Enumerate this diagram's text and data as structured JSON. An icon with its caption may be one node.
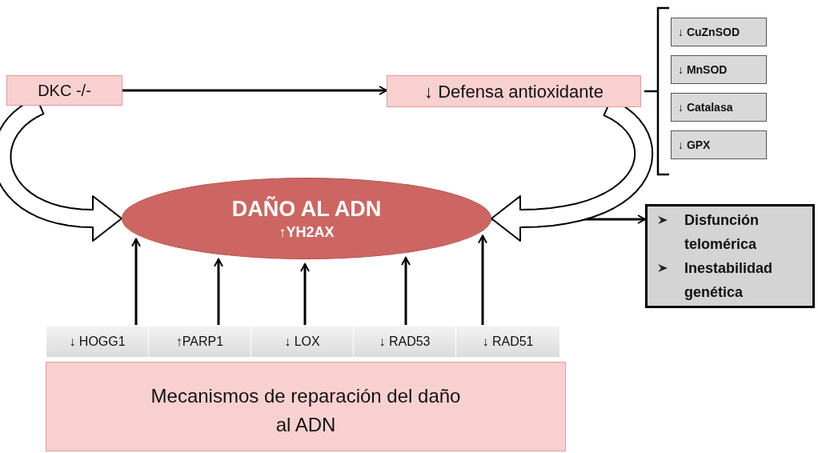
{
  "diagram": {
    "nodes": [
      {
        "text": [
          "DKC -/-"
        ]
      },
      {
        "text": [
          "↓ Defensa antioxidante"
        ]
      },
      {
        "text": [
          "DAÑO AL ADN",
          "↑YH2AX"
        ]
      },
      {
        "text": [
          "↓ CuZnSOD"
        ]
      },
      {
        "text": [
          "↓ MnSOD"
        ]
      },
      {
        "text": [
          "↓ Catalasa"
        ]
      },
      {
        "text": [
          "↓ GPX"
        ]
      },
      {
        "text": [
          "Disfunción telomérica",
          "Inestabilidad genética"
        ]
      },
      {
        "text": [
          "↓ HOGG1"
        ]
      },
      {
        "text": [
          "↑PARP1"
        ]
      },
      {
        "text": [
          "↓ LOX"
        ]
      },
      {
        "text": [
          "↓ RAD53"
        ]
      },
      {
        "text": [
          "↓ RAD51"
        ]
      },
      {
        "text": [
          "Mecanismos de reparación del daño al ADN"
        ]
      }
    ],
    "edges": [
      {
        "from": 0,
        "to": 1,
        "arrow": "to"
      },
      {
        "from": 0,
        "to": 2,
        "arrow": "to",
        "style": "thick"
      },
      {
        "from": 1,
        "to": 2,
        "arrow": "to",
        "style": "thick"
      },
      {
        "from": 2,
        "to": 7,
        "arrow": "to"
      },
      {
        "from": 8,
        "to": 2,
        "arrow": "to"
      },
      {
        "from": 9,
        "to": 2,
        "arrow": "to"
      },
      {
        "from": 10,
        "to": 2,
        "arrow": "to"
      },
      {
        "from": 11,
        "to": 2,
        "arrow": "to"
      },
      {
        "from": 12,
        "to": 2,
        "arrow": "to"
      }
    ]
  }
}
